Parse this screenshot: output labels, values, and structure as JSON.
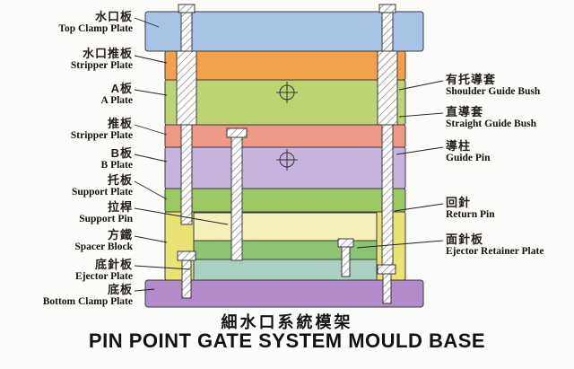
{
  "title": {
    "chinese": "細水口系統模架",
    "english": "PIN POINT GATE SYSTEM MOULD BASE"
  },
  "left_labels": [
    {
      "zh": "水口板",
      "en": "Top Clamp Plate"
    },
    {
      "zh": "水口推板",
      "en": "Stripper Plate"
    },
    {
      "zh": "A板",
      "en": "A Plate"
    },
    {
      "zh": "推板",
      "en": "Stripper Plate"
    },
    {
      "zh": "B板",
      "en": "B Plate"
    },
    {
      "zh": "托板",
      "en": "Support Plate"
    },
    {
      "zh": "拉桿",
      "en": "Support Pin"
    },
    {
      "zh": "方鐵",
      "en": "Spacer Block"
    },
    {
      "zh": "底針板",
      "en": "Ejector Plate"
    },
    {
      "zh": "底板",
      "en": "Bottom Clamp Plate"
    }
  ],
  "right_labels": [
    {
      "zh": "有托導套",
      "en": "Shoulder Guide Bush"
    },
    {
      "zh": "直導套",
      "en": "Straight Guide Bush"
    },
    {
      "zh": "導柱",
      "en": "Guide Pin"
    },
    {
      "zh": "回針",
      "en": "Return Pin"
    },
    {
      "zh": "面針板",
      "en": "Ejector Retainer Plate"
    }
  ],
  "colors": {
    "top_clamp": "#a9c3e6",
    "stripper_top": "#f2a24b",
    "a_plate": "#bcd472",
    "stripper_mid": "#ec9a85",
    "b_plate": "#c7b4de",
    "support_plate": "#9cc763",
    "spacer_block": "#e9e275",
    "cavity": "#f5efb9",
    "ejector_retainer": "#8dc472",
    "ejector_plate": "#abd0c2",
    "bottom_clamp": "#b28bc9"
  }
}
